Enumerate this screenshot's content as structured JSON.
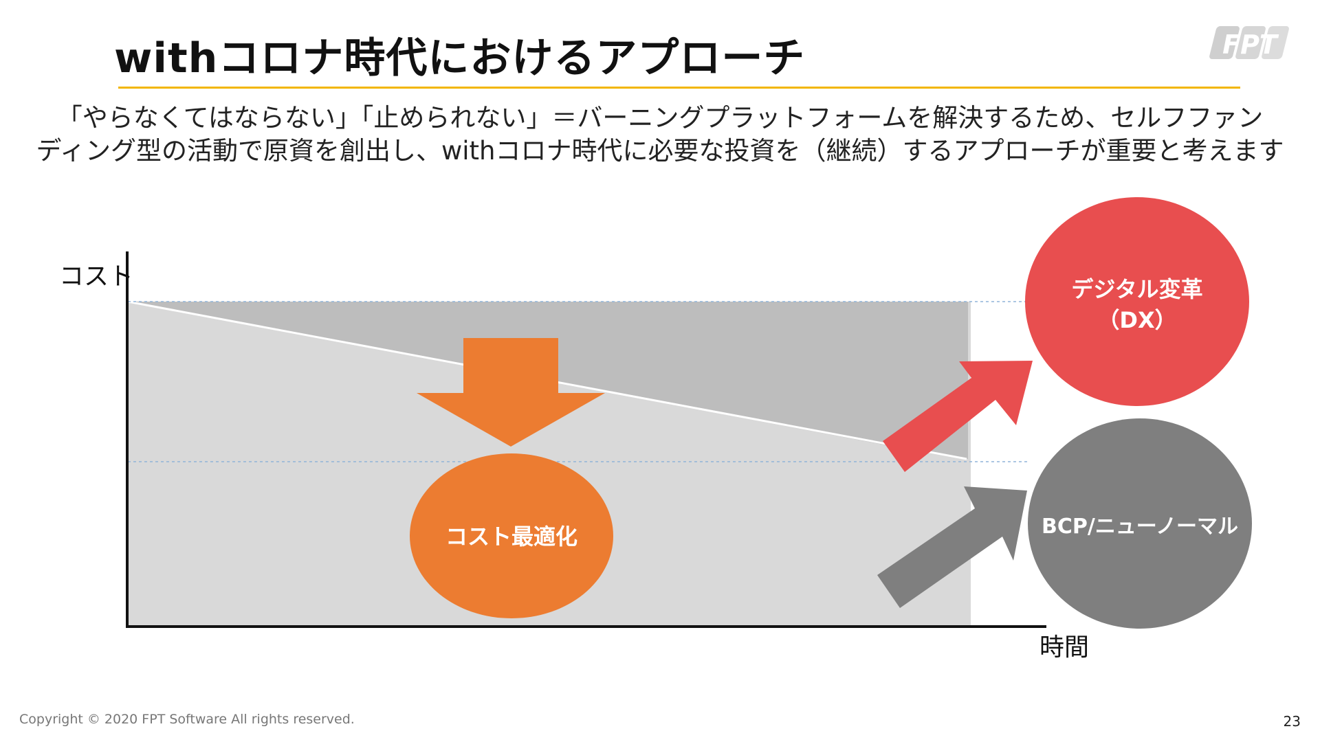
{
  "slide": {
    "title": "withコロナ時代におけるアプローチ",
    "subtitle_line1": "「やらなくてはならない」「止められない」＝バーニングプラットフォームを解決するため、セルフファン",
    "subtitle_line2": "ディング型の活動で原資を創出し、withコロナ時代に必要な投資を（継続）するアプローチが重要と考えます",
    "logo_text": "FPT"
  },
  "diagram": {
    "y_axis_label": "コスト",
    "x_axis_label": "時間",
    "cost_optimization_label": "コスト最適化",
    "dx_label_line1": "デジタル変革",
    "dx_label_line2": "（DX）",
    "bcp_label": "BCP/ニューノーマル"
  },
  "colors": {
    "accent_rule": "#f2b600",
    "orange": "#ec7c31",
    "red": "#e84e4f",
    "dark_gray": "#7f7f7f",
    "area_dark": "#bdbdbd",
    "area_light": "#d9d9d9"
  },
  "footer": {
    "copyright": "Copyright © 2020 FPT Software All rights reserved.",
    "page_number": "23"
  }
}
